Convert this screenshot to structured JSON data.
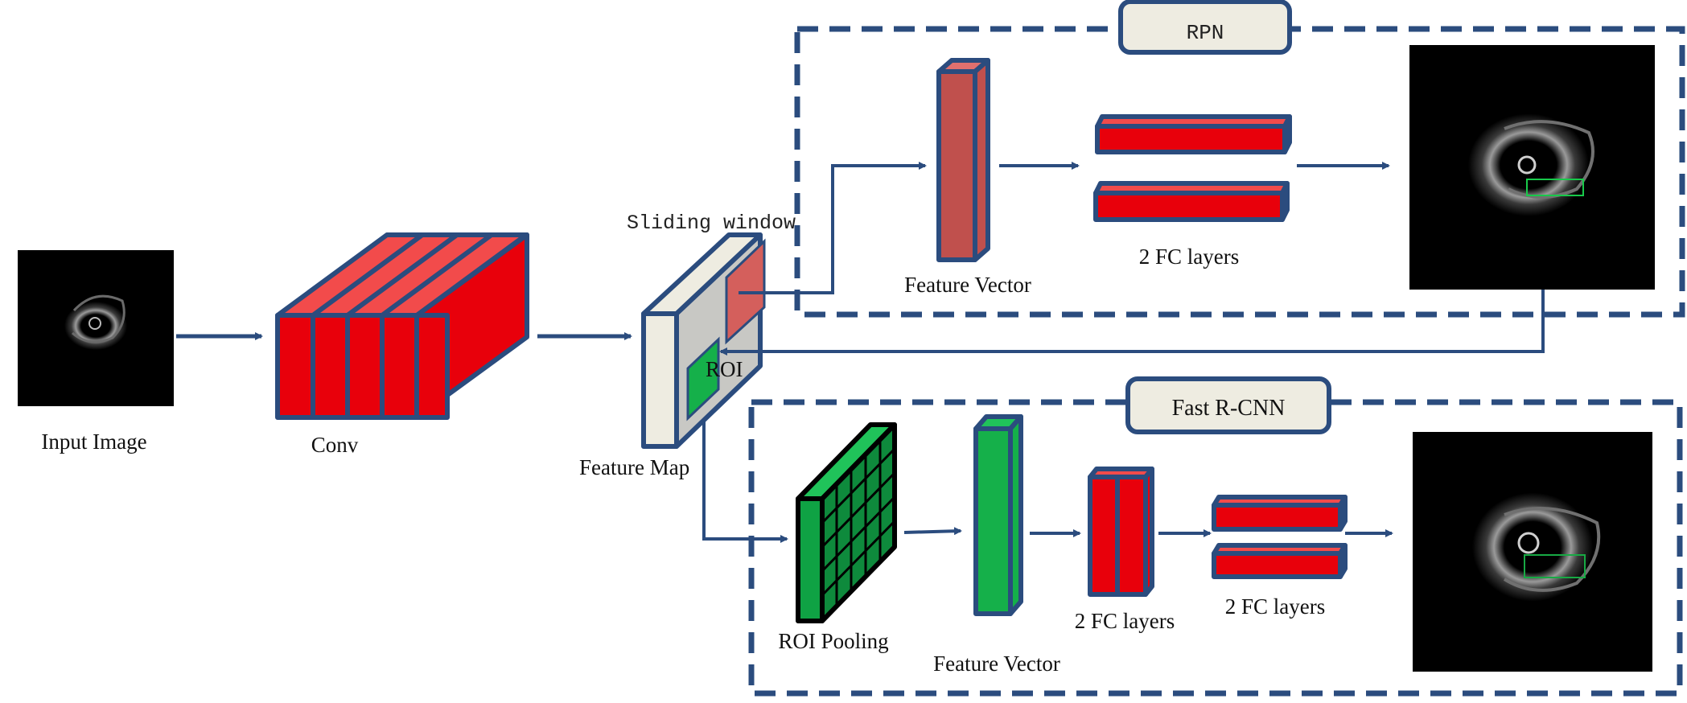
{
  "labels": {
    "input_image": "Input Image",
    "conv": "Conv",
    "sliding_window": "Sliding window",
    "roi": "ROI",
    "feature_map": "Feature Map",
    "rpn_title": "RPN",
    "rpn_feature_vector": "Feature Vector",
    "rpn_fc_layers": "2 FC layers",
    "fast_rcnn_title": "Fast R-CNN",
    "roi_pooling": "ROI Pooling",
    "frcnn_feature_vector": "Feature Vector",
    "frcnn_fc_layers_1": "2 FC layers",
    "frcnn_fc_layers_2": "2 FC layers"
  },
  "colors": {
    "navy": "#2b4c7e",
    "red": "#e8000b",
    "light_red": "#f24b4b",
    "dusty_red": "#c0504d",
    "green": "#15b04a",
    "dark_green": "#0e6b2e",
    "cream": "#eeece1",
    "grey_face": "#c8c8c4",
    "pink_panel": "#d45f5c"
  }
}
